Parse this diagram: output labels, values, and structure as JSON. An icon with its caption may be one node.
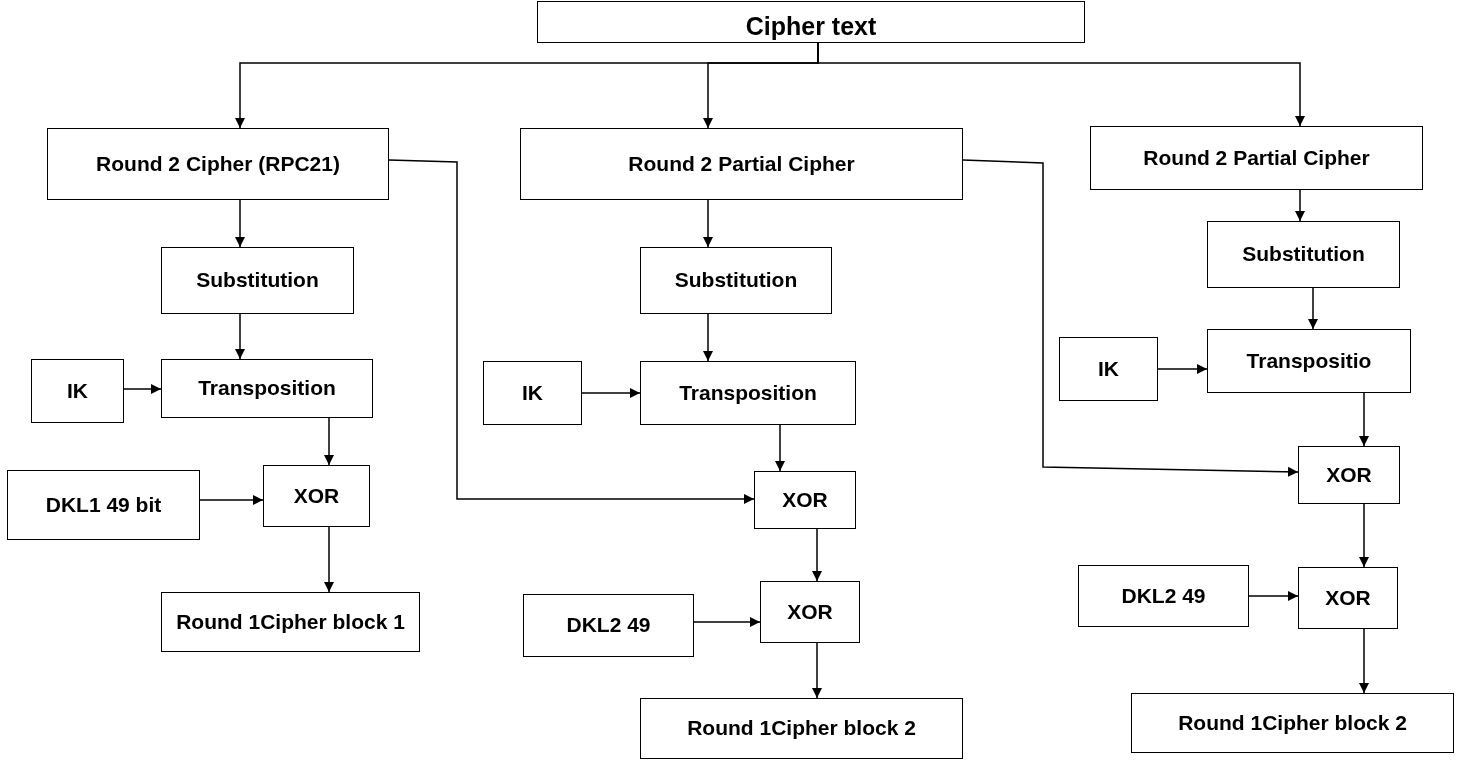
{
  "diagram": {
    "nodes": [
      {
        "text": [
          "Cipher text"
        ]
      },
      {
        "text": [
          "Round 2 Cipher (RPC21)"
        ]
      },
      {
        "text": [
          "Round 2 Partial Cipher"
        ]
      },
      {
        "text": [
          "Round 2 Partial Cipher"
        ]
      },
      {
        "text": [
          "Substitution"
        ]
      },
      {
        "text": [
          "Substitution"
        ]
      },
      {
        "text": [
          "Substitution"
        ]
      },
      {
        "text": [
          "IK"
        ]
      },
      {
        "text": [
          "Transposition"
        ]
      },
      {
        "text": [
          "IK"
        ]
      },
      {
        "text": [
          "Transposition"
        ]
      },
      {
        "text": [
          "IK"
        ]
      },
      {
        "text": [
          "Transpositio"
        ]
      },
      {
        "text": [
          "DKL1 49 bit"
        ]
      },
      {
        "text": [
          "XOR"
        ]
      },
      {
        "text": [
          "Round 1Cipher block 1"
        ]
      },
      {
        "text": [
          "XOR"
        ]
      },
      {
        "text": [
          "DKL2 49"
        ]
      },
      {
        "text": [
          "XOR"
        ]
      },
      {
        "text": [
          "Round 1Cipher block 2"
        ]
      },
      {
        "text": [
          "XOR"
        ]
      },
      {
        "text": [
          "DKL2 49"
        ]
      },
      {
        "text": [
          "XOR"
        ]
      },
      {
        "text": [
          "Round 1Cipher block 2"
        ]
      }
    ],
    "edges": [
      {
        "from": 0,
        "to": 1,
        "arrow": "to"
      },
      {
        "from": 0,
        "to": 2,
        "arrow": "to"
      },
      {
        "from": 0,
        "to": 3,
        "arrow": "to"
      },
      {
        "from": 1,
        "to": 4,
        "arrow": "to"
      },
      {
        "from": 4,
        "to": 8,
        "arrow": "to"
      },
      {
        "from": 7,
        "to": 8,
        "arrow": "to"
      },
      {
        "from": 8,
        "to": 14,
        "arrow": "to"
      },
      {
        "from": 13,
        "to": 14,
        "arrow": "to"
      },
      {
        "from": 14,
        "to": 15,
        "arrow": "to"
      },
      {
        "from": 1,
        "to": 16,
        "arrow": "to"
      },
      {
        "from": 2,
        "to": 5,
        "arrow": "to"
      },
      {
        "from": 5,
        "to": 10,
        "arrow": "to"
      },
      {
        "from": 9,
        "to": 10,
        "arrow": "to"
      },
      {
        "from": 10,
        "to": 16,
        "arrow": "to"
      },
      {
        "from": 16,
        "to": 18,
        "arrow": "to"
      },
      {
        "from": 17,
        "to": 18,
        "arrow": "to"
      },
      {
        "from": 18,
        "to": 19,
        "arrow": "to"
      },
      {
        "from": 2,
        "to": 20,
        "arrow": "to"
      },
      {
        "from": 3,
        "to": 6,
        "arrow": "to"
      },
      {
        "from": 6,
        "to": 12,
        "arrow": "to"
      },
      {
        "from": 11,
        "to": 12,
        "arrow": "to"
      },
      {
        "from": 12,
        "to": 20,
        "arrow": "to"
      },
      {
        "from": 20,
        "to": 22,
        "arrow": "to"
      },
      {
        "from": 21,
        "to": 22,
        "arrow": "to"
      },
      {
        "from": 22,
        "to": 23,
        "arrow": "to"
      }
    ]
  }
}
